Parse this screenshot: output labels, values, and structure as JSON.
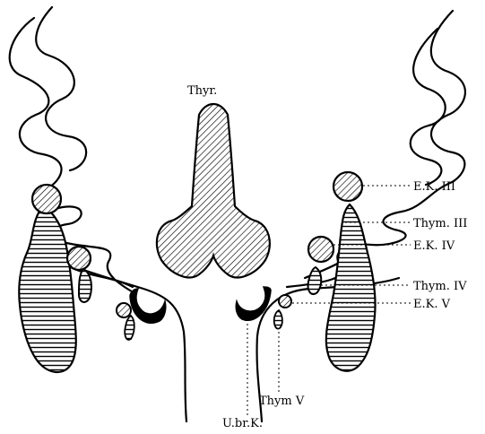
{
  "diagram": {
    "labels": {
      "thyroid": "Thyr.",
      "ek3": "E.K. III",
      "thym3": "Thym. III",
      "ek4": "E.K. IV",
      "thym4": "Thym. IV",
      "ek5": "E.K. V",
      "thym5": "Thym V",
      "ubrk": "U.br.K."
    }
  }
}
